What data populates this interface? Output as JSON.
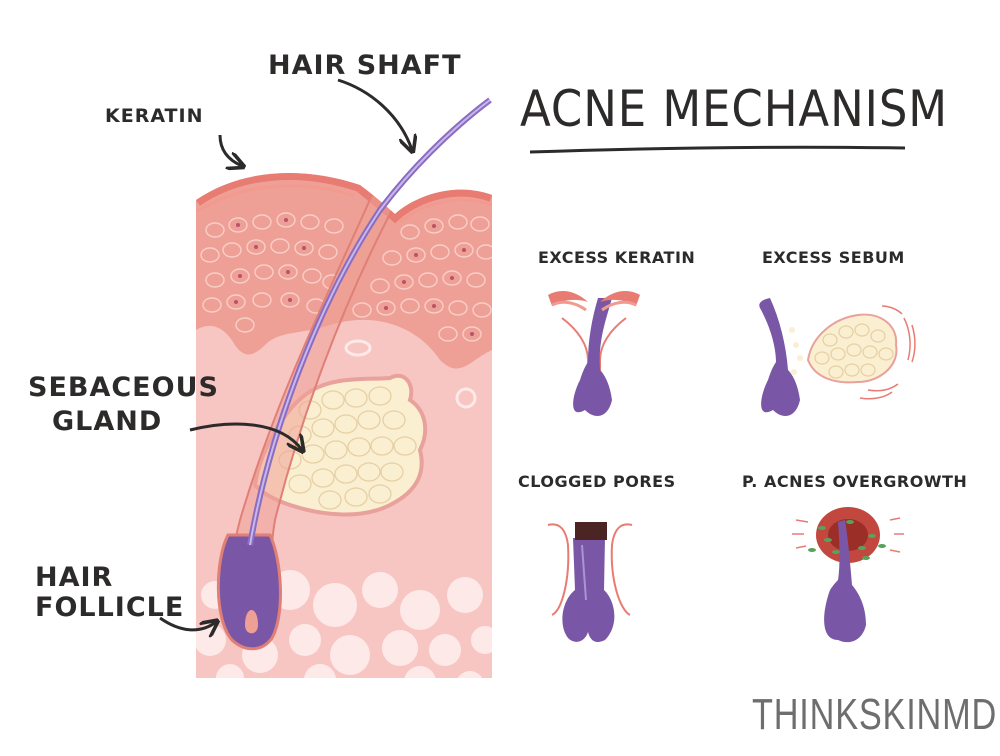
{
  "title": "ACNE MECHANISM",
  "labels": {
    "hair_shaft": "HAIR SHAFT",
    "keratin": "KERATIN",
    "sebaceous_line1": "SEBACEOUS",
    "sebaceous_line2": "GLAND",
    "follicle_line1": "HAIR",
    "follicle_line2": "FOLLICLE"
  },
  "panels": [
    {
      "label": "EXCESS KERATIN"
    },
    {
      "label": "EXCESS SEBUM"
    },
    {
      "label": "CLOGGED PORES"
    },
    {
      "label": "P. ACNES OVERGROWTH"
    }
  ],
  "brand": "THINKSKINMD",
  "colors": {
    "skin": "#f7c6c3",
    "epidermis": "#eea096",
    "keratin_layer": "#e87c72",
    "follicle": "#7a57a6",
    "hair": "#a794d0",
    "sebum": "#fbefd2",
    "fat": "#fde9e8",
    "ink": "#2d2a2a",
    "infection": "#c2473e",
    "bacteria": "#58a35b"
  }
}
